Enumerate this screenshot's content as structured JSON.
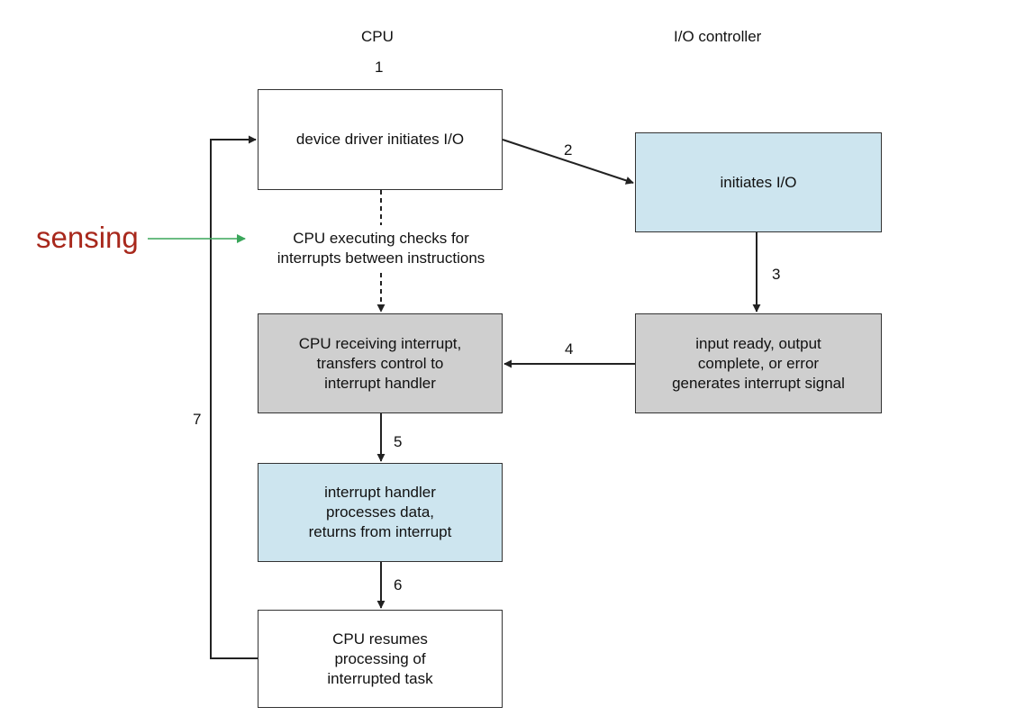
{
  "headers": {
    "cpu": "CPU",
    "io": "I/O controller"
  },
  "annotation": {
    "text": "sensing",
    "color": "#a8281c",
    "arrow_color": "#3aa65a"
  },
  "boxes": {
    "driver": "device driver initiates I/O",
    "initiates": "initiates I/O",
    "executing": "CPU executing checks for\ninterrupts between instructions",
    "receiving": "CPU receiving interrupt,\ntransfers control to\ninterrupt handler",
    "signal": "input ready, output\ncomplete, or error\ngenerates interrupt signal",
    "handler": "interrupt handler\nprocesses data,\nreturns from interrupt",
    "resumes": "CPU resumes\nprocessing of\ninterrupted task"
  },
  "steps": {
    "s1": "1",
    "s2": "2",
    "s3": "3",
    "s4": "4",
    "s5": "5",
    "s6": "6",
    "s7": "7"
  },
  "colors": {
    "blue_box": "#cde5ef",
    "gray_box": "#cfcfcf",
    "line": "#222222"
  }
}
